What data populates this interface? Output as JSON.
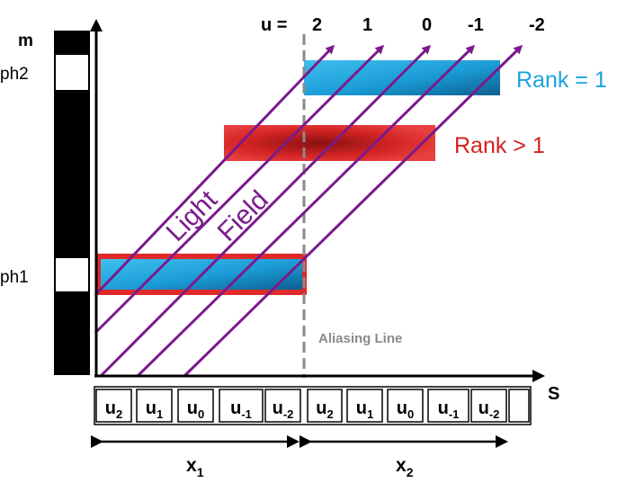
{
  "axes": {
    "y_label": "m",
    "x_label": "S"
  },
  "mask": {
    "ph2_label": "ph2",
    "ph1_label": "ph1"
  },
  "u_header": {
    "prefix": "u =",
    "values": [
      "2",
      "1",
      "0",
      "-1",
      "-2"
    ]
  },
  "legend": {
    "rank1": "Rank = 1",
    "rank_gt1": "Rank > 1"
  },
  "light_field_label": {
    "word1": "Light",
    "word2": "Field"
  },
  "aliasing_line_label": "Aliasing Line",
  "sensor_cells": [
    {
      "base": "u",
      "sub": "2"
    },
    {
      "base": "u",
      "sub": "1"
    },
    {
      "base": "u",
      "sub": "0"
    },
    {
      "base": "u",
      "sub": "-1"
    },
    {
      "base": "u",
      "sub": "-2"
    },
    {
      "base": "u",
      "sub": "2"
    },
    {
      "base": "u",
      "sub": "1"
    },
    {
      "base": "u",
      "sub": "0"
    },
    {
      "base": "u",
      "sub": "-1"
    },
    {
      "base": "u",
      "sub": "-2"
    },
    {
      "base": "",
      "sub": ""
    }
  ],
  "segments": [
    {
      "base": "x",
      "sub": "1"
    },
    {
      "base": "x",
      "sub": "2"
    }
  ],
  "colors": {
    "rank1_blue": "#1aa3e0",
    "rank_gt1_red": "#e02a2a",
    "light_field_purple": "#7a1a8c",
    "aliasing_gray": "#8a8a8a"
  }
}
